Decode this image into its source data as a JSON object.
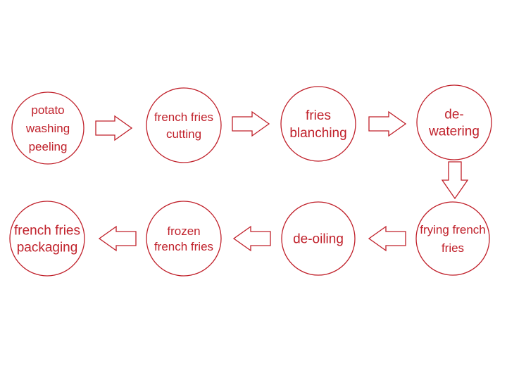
{
  "theme": {
    "accent": "#c0202a",
    "background": "#ffffff"
  },
  "nodes": [
    {
      "id": "potato-washing-peeling",
      "lines": [
        "potato",
        "washing",
        "peeling"
      ]
    },
    {
      "id": "french-fries-cutting",
      "lines": [
        "french fries",
        "cutting"
      ]
    },
    {
      "id": "fries-blanching",
      "lines": [
        "fries",
        "blanching"
      ]
    },
    {
      "id": "de-watering",
      "lines": [
        "de-",
        "watering"
      ]
    },
    {
      "id": "frying-french-fries",
      "lines": [
        "frying french",
        "fries"
      ]
    },
    {
      "id": "de-oiling",
      "lines": [
        "de-oiling"
      ]
    },
    {
      "id": "frozen-french-fries",
      "lines": [
        "frozen",
        "french fries"
      ]
    },
    {
      "id": "french-fries-packaging",
      "lines": [
        "french fries",
        "packaging"
      ]
    }
  ],
  "edges": [
    {
      "from": "potato-washing-peeling",
      "to": "french-fries-cutting",
      "direction": "right"
    },
    {
      "from": "french-fries-cutting",
      "to": "fries-blanching",
      "direction": "right"
    },
    {
      "from": "fries-blanching",
      "to": "de-watering",
      "direction": "right"
    },
    {
      "from": "de-watering",
      "to": "frying-french-fries",
      "direction": "down"
    },
    {
      "from": "frying-french-fries",
      "to": "de-oiling",
      "direction": "left"
    },
    {
      "from": "de-oiling",
      "to": "frozen-french-fries",
      "direction": "left"
    },
    {
      "from": "frozen-french-fries",
      "to": "french-fries-packaging",
      "direction": "left"
    }
  ]
}
